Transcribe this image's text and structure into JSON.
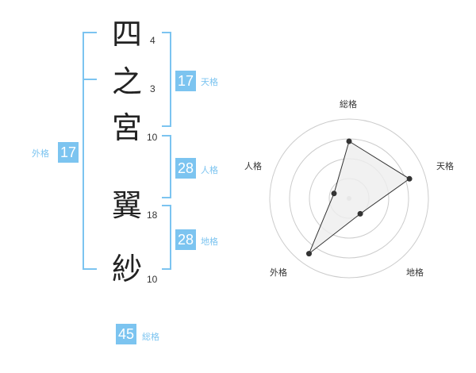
{
  "name": {
    "chars": [
      {
        "char": "四",
        "strokes": "4"
      },
      {
        "char": "之",
        "strokes": "3"
      },
      {
        "char": "宮",
        "strokes": "10"
      },
      {
        "char": "翼",
        "strokes": "18"
      },
      {
        "char": "紗",
        "strokes": "10"
      }
    ]
  },
  "fortunes": {
    "tenkaku": {
      "value": "17",
      "label": "天格"
    },
    "jinkaku": {
      "value": "28",
      "label": "人格"
    },
    "chikaku": {
      "value": "28",
      "label": "地格"
    },
    "gaikaku": {
      "value": "17",
      "label": "外格"
    },
    "soukaku": {
      "value": "45",
      "label": "総格"
    }
  },
  "colors": {
    "accent": "#7cc4f0",
    "text": "#222222",
    "grid": "#cccccc",
    "fill": "#eeeeee"
  },
  "chart_data": {
    "type": "radar",
    "axes": [
      "総格",
      "天格",
      "地格",
      "外格",
      "人格"
    ],
    "rings": 4,
    "values": [
      0.72,
      0.8,
      0.24,
      0.86,
      0.2
    ]
  }
}
